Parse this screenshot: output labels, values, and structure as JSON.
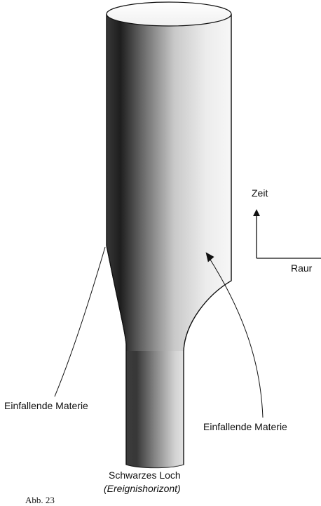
{
  "labels": {
    "time_axis": "Zeit",
    "space_axis": "Raur",
    "infalling_matter_left": "Einfallende Materie",
    "infalling_matter_right": "Einfallende Materie",
    "black_hole": "Schwarzes Loch",
    "event_horizon": "(Ereignishorizont)",
    "figure_caption": "Abb. 23"
  },
  "colors": {
    "ink": "#111111",
    "surface_dark": "#2a2a2a",
    "surface_light": "#f4f4f4"
  }
}
